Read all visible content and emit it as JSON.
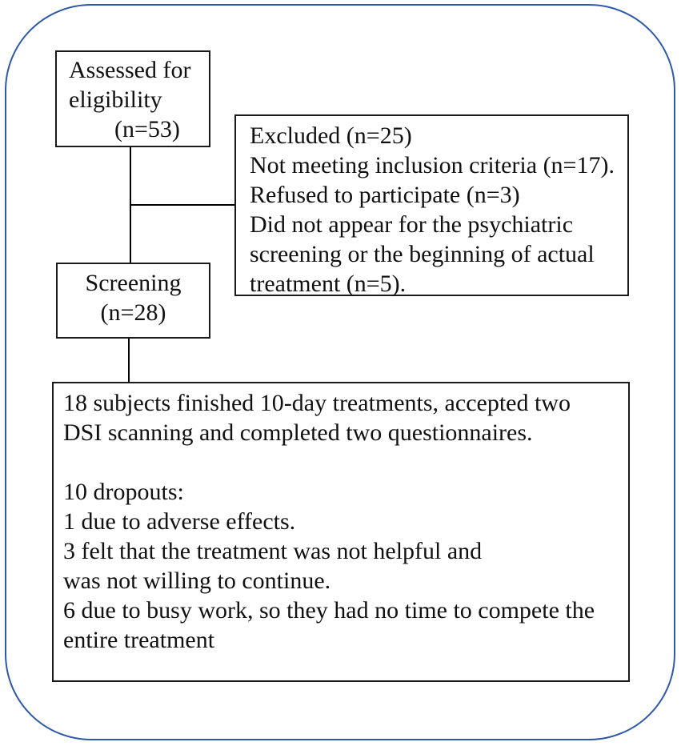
{
  "figure": {
    "type": "flow-diagram",
    "colors": {
      "frame_blue": "#2e59a6",
      "box_border": "#1a1a1a",
      "connector": "#000000",
      "background": "#ffffff"
    },
    "boxes": {
      "assessed": {
        "lines": [
          "Assessed for",
          "eligibility",
          "(n=53)"
        ]
      },
      "excluded": {
        "lines": [
          "Excluded (n=25)",
          "Not meeting inclusion criteria (n=17).",
          "Refused to participate (n=3)",
          "Did not appear for the psychiatric",
          "screening or the beginning of actual",
          "treatment (n=5)."
        ]
      },
      "screening": {
        "lines": [
          "Screening",
          "(n=28)"
        ]
      },
      "outcome": {
        "lines": [
          "18 subjects finished 10-day treatments, accepted two",
          "DSI scanning and completed two questionnaires.",
          "",
          "10 dropouts:",
          "1 due to adverse effects.",
          "3 felt that the treatment was not helpful and",
          "was not willing to continue.",
          "6 due to busy work, so they had no time to compete the",
          "entire treatment"
        ]
      }
    },
    "counts": {
      "assessed_n": 53,
      "excluded_n": 25,
      "not_meeting_criteria_n": 17,
      "refused_n": 3,
      "no_show_n": 5,
      "screening_n": 28,
      "completed_n": 18,
      "dropouts_n": 10,
      "dropout_adverse_n": 1,
      "dropout_not_helpful_n": 3,
      "dropout_busy_n": 6
    }
  }
}
